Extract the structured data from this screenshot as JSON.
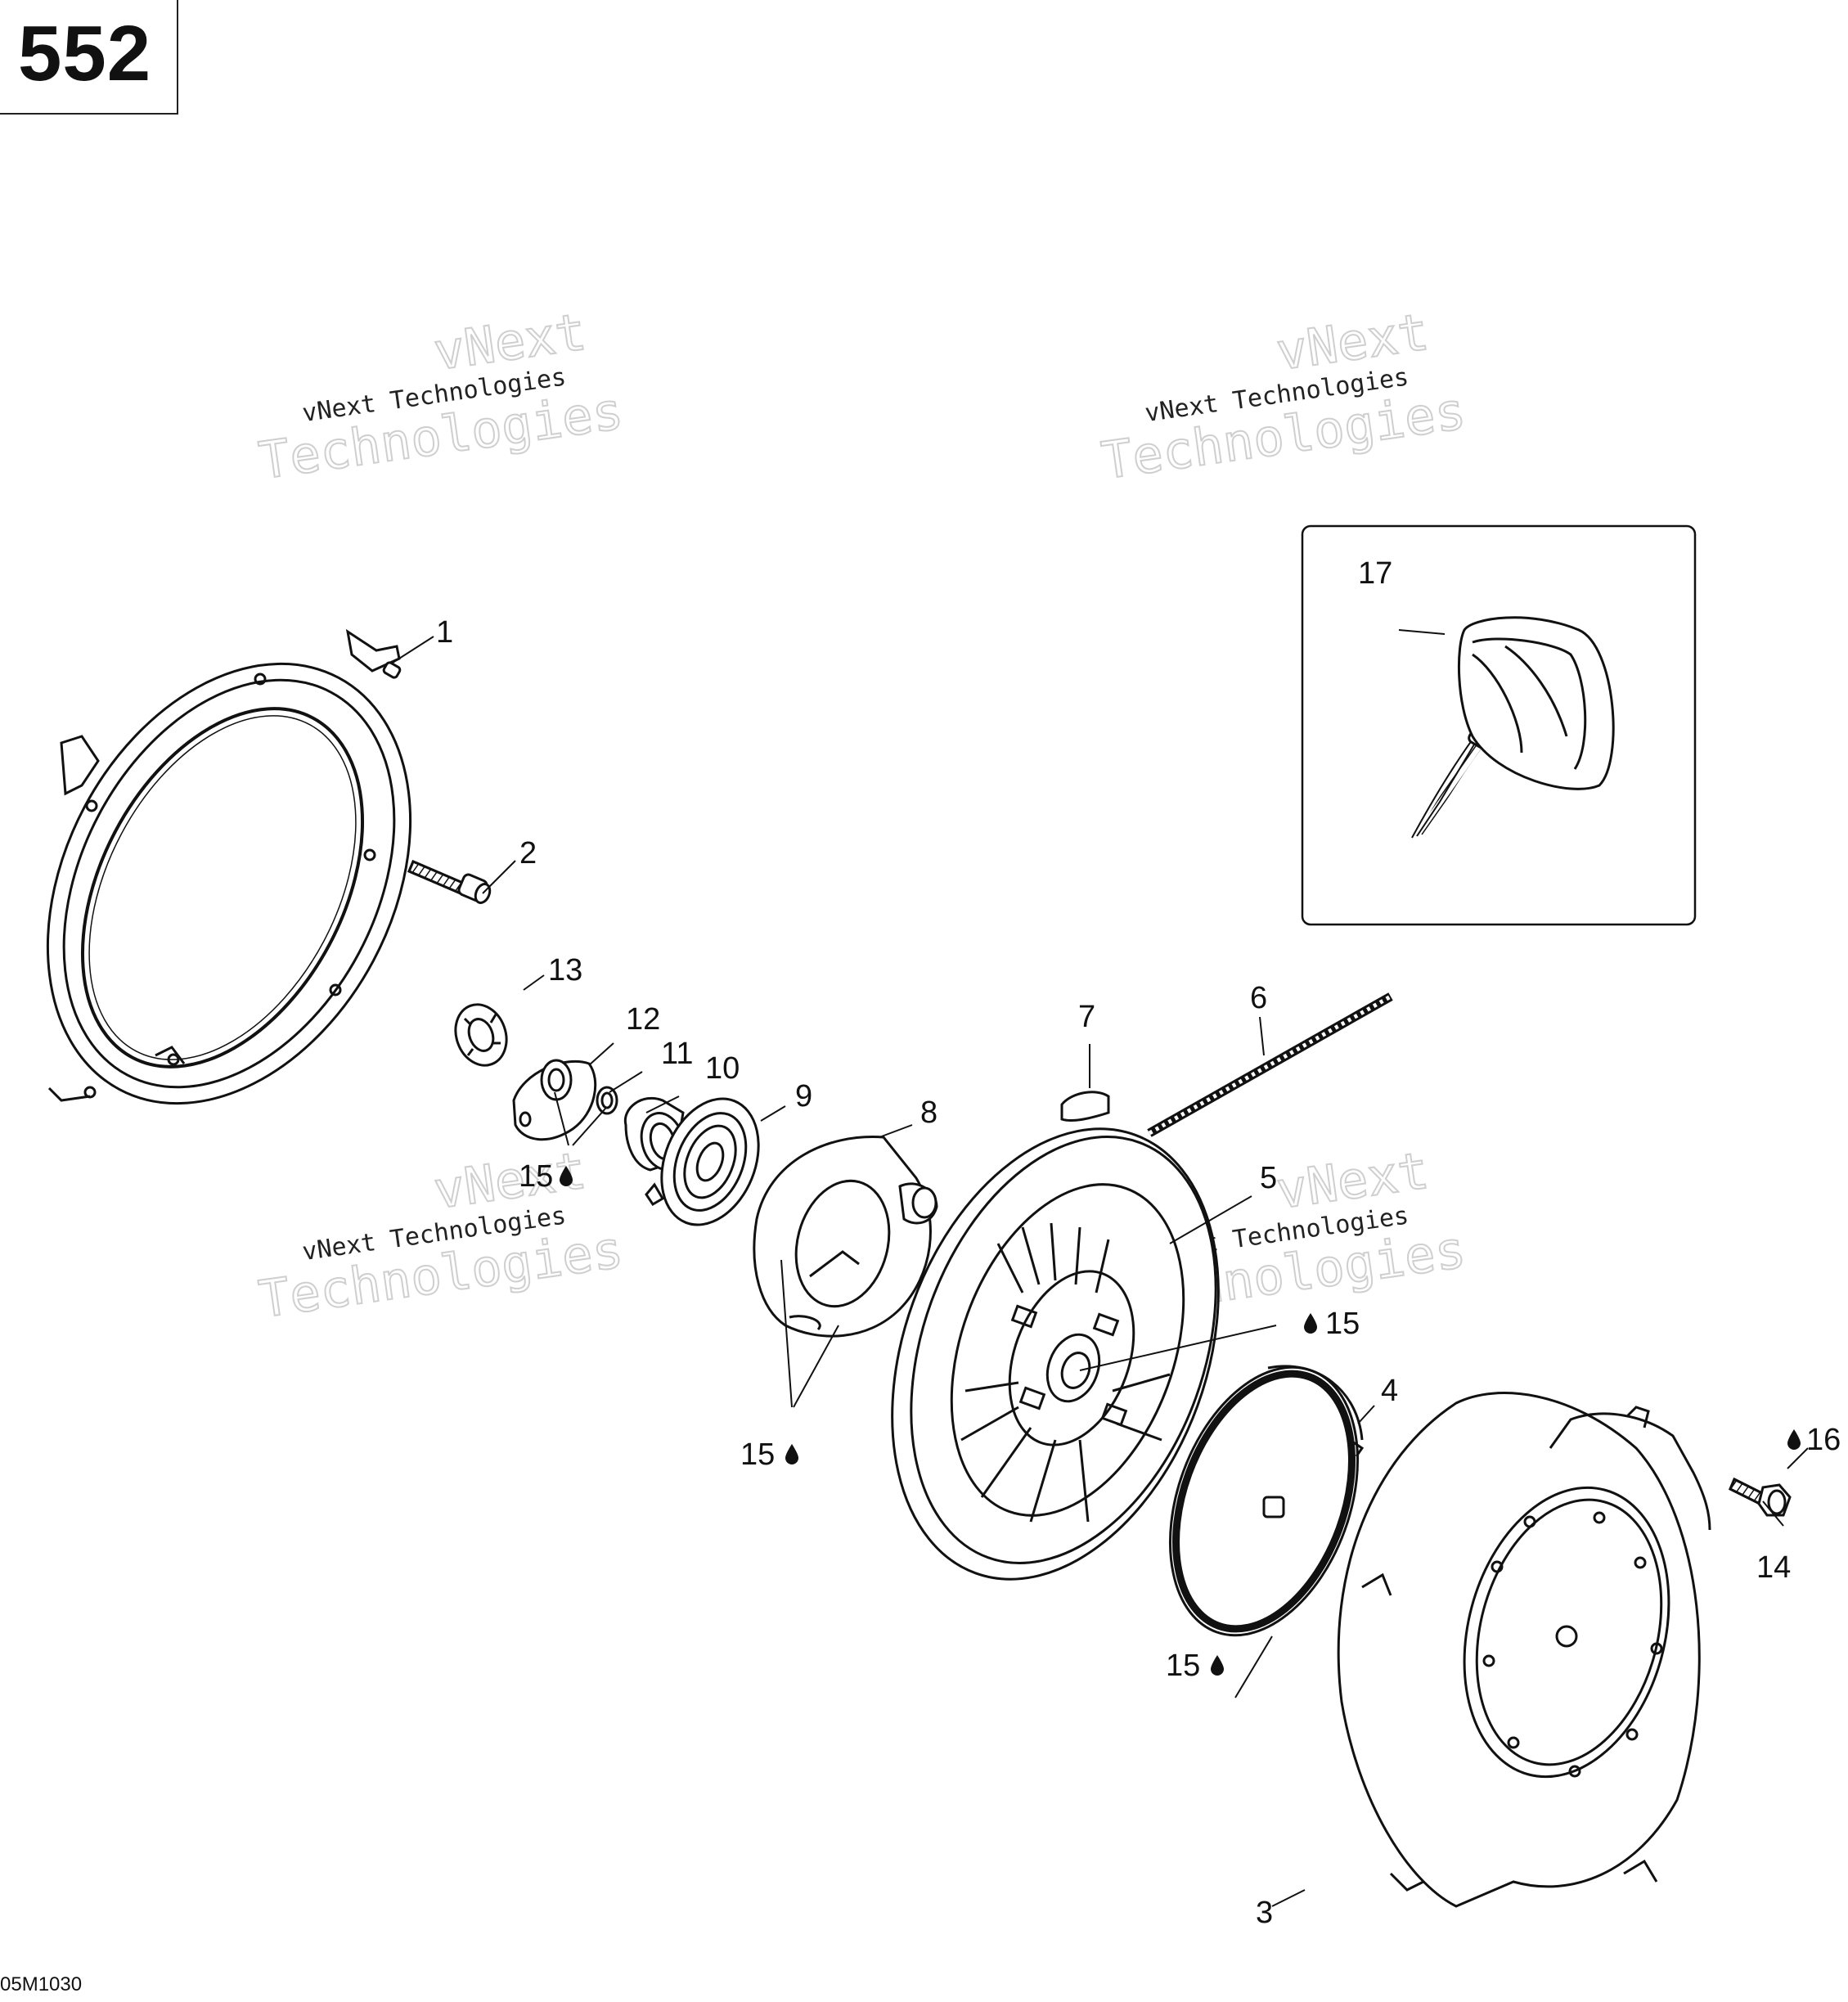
{
  "page": {
    "number": "552",
    "figure_code": "05M1030"
  },
  "watermark": {
    "line1": "vNext Technologies",
    "outline_a": "vNext",
    "outline_b": "Technologies"
  },
  "callouts": {
    "c1": "1",
    "c2": "2",
    "c3": "3",
    "c4": "4",
    "c5": "5",
    "c6": "6",
    "c7": "7",
    "c8": "8",
    "c9": "9",
    "c10": "10",
    "c11": "11",
    "c12": "12",
    "c13": "13",
    "c14": "14",
    "c15a": "15",
    "c15b": "15",
    "c15c": "15",
    "c15d": "15",
    "c16": "16",
    "c17": "17"
  },
  "icons": {
    "lubricant": "oil-drop-icon"
  },
  "colors": {
    "ink": "#111111",
    "outline": "#cfcfcf",
    "background": "#ffffff"
  }
}
